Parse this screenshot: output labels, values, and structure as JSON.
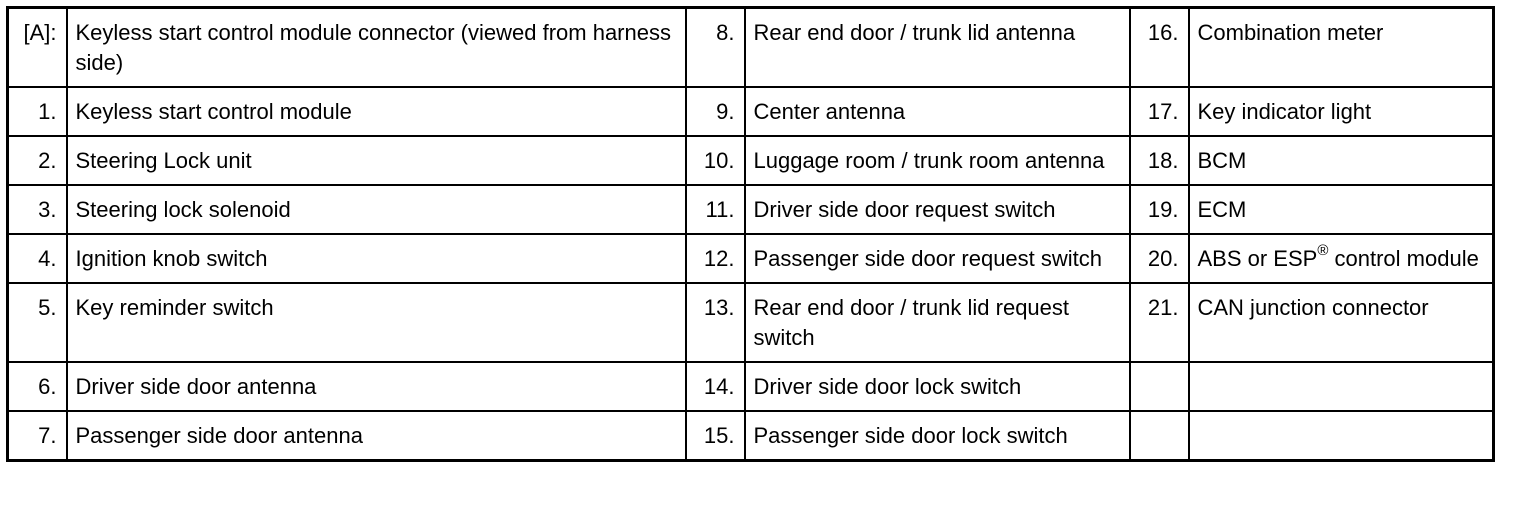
{
  "rows": [
    [
      {
        "num": "[A]:",
        "text": "Keyless start control module connector (viewed from harness side)"
      },
      {
        "num": "8.",
        "text": "Rear end door / trunk lid antenna"
      },
      {
        "num": "16.",
        "text": "Combination meter"
      }
    ],
    [
      {
        "num": "1.",
        "text": "Keyless start control module"
      },
      {
        "num": "9.",
        "text": "Center antenna"
      },
      {
        "num": "17.",
        "text": "Key indicator light"
      }
    ],
    [
      {
        "num": "2.",
        "text": "Steering Lock unit"
      },
      {
        "num": "10.",
        "text": "Luggage room / trunk room antenna"
      },
      {
        "num": "18.",
        "text": "BCM"
      }
    ],
    [
      {
        "num": "3.",
        "text": "Steering lock solenoid"
      },
      {
        "num": "11.",
        "text": "Driver side door request switch"
      },
      {
        "num": "19.",
        "text": "ECM"
      }
    ],
    [
      {
        "num": "4.",
        "text": "Ignition knob switch"
      },
      {
        "num": "12.",
        "text": "Passenger side door request switch"
      },
      {
        "num": "20.",
        "text": "ABS or ESP",
        "sup": "®",
        "text_after": " control module"
      }
    ],
    [
      {
        "num": "5.",
        "text": "Key reminder switch"
      },
      {
        "num": "13.",
        "text": "Rear end door / trunk lid request switch"
      },
      {
        "num": "21.",
        "text": "CAN junction connector"
      }
    ],
    [
      {
        "num": "6.",
        "text": "Driver side door antenna"
      },
      {
        "num": "14.",
        "text": "Driver side door lock switch"
      },
      {
        "num": "",
        "text": ""
      }
    ],
    [
      {
        "num": "7.",
        "text": "Passenger side door antenna"
      },
      {
        "num": "15.",
        "text": "Passenger side door lock switch"
      },
      {
        "num": "",
        "text": ""
      }
    ]
  ]
}
